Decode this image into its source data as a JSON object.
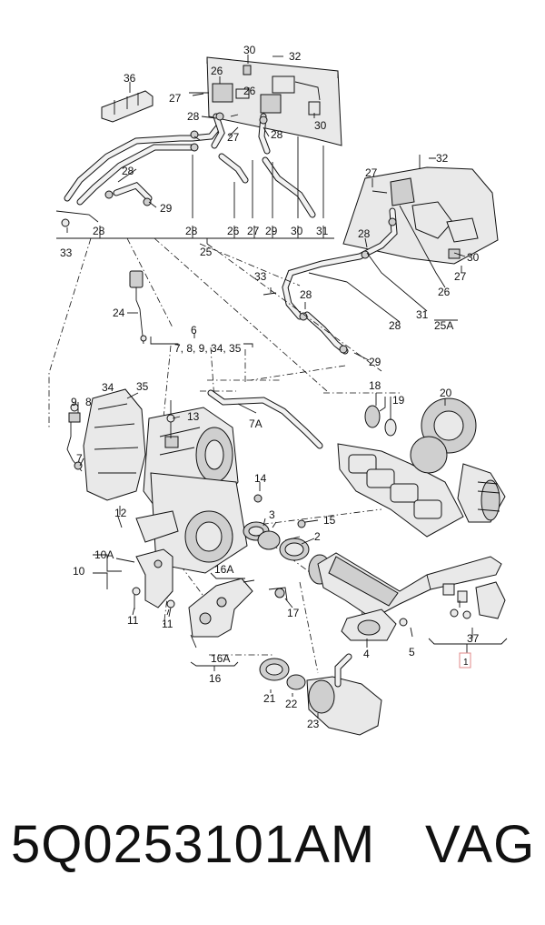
{
  "caption": {
    "part_number": "5Q0253101AM",
    "brand": "VAG"
  },
  "callouts": {
    "c36": "36",
    "c30a": "30",
    "c32a": "32",
    "c26a": "26",
    "c27a": "27",
    "c26b": "26",
    "c28a": "28",
    "c27b": "27",
    "c28b": "28",
    "c30b": "30",
    "c28c": "28",
    "c29a": "29",
    "c33a": "33",
    "b28": "28",
    "b28b": "28",
    "b26": "26",
    "b27": "27",
    "b29": "29",
    "b30": "30",
    "b31": "31",
    "b25": "25",
    "r27": "27",
    "r32": "32",
    "r28": "28",
    "r30": "30",
    "r27b": "27",
    "r26": "26",
    "r31": "31",
    "r28b": "28",
    "r25A": "25A",
    "r33": "33",
    "r28c": "28",
    "r29": "29",
    "p24": "24",
    "p6": "6",
    "p6list": "7, 8, 9, 34, 35",
    "p34": "34",
    "p9": "9",
    "p8": "8",
    "p35": "35",
    "p13": "13",
    "p7": "7",
    "p7A": "7A",
    "p18": "18",
    "p19": "19",
    "p20": "20",
    "p14": "14",
    "p12": "12",
    "p3": "3",
    "p15": "15",
    "p2": "2",
    "p10A": "10A",
    "p10": "10",
    "p16A": "16A",
    "p17": "17",
    "p11a": "11",
    "p11b": "11",
    "p16Ab": "16A",
    "p16": "16",
    "p4": "4",
    "p5": "5",
    "p37": "37",
    "p1": "1",
    "p21": "21",
    "p22": "22",
    "p23": "23"
  }
}
